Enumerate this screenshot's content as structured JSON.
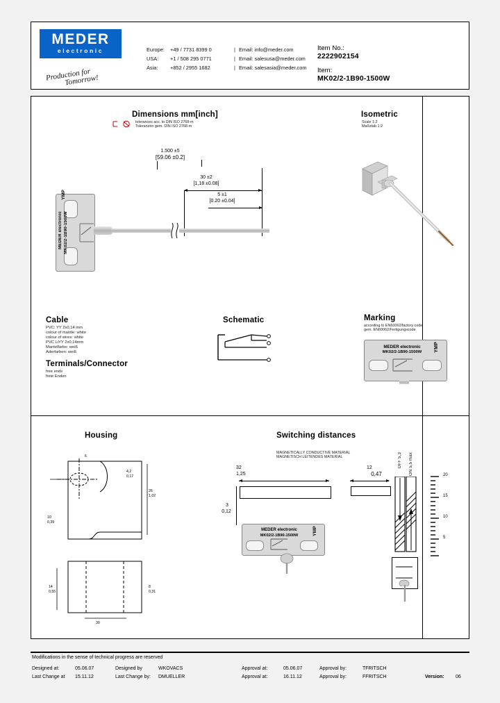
{
  "header": {
    "logo_main": "MEDER",
    "logo_sub": "electronic",
    "signature_line1": "Production for",
    "signature_line2": "Tomorrow!",
    "contacts": [
      {
        "region": "Europe:",
        "phone": "+49 / 7731 8399 0",
        "sep": "|",
        "email_label": "Email:",
        "email": "info@meder.com"
      },
      {
        "region": "USA:",
        "phone": "+1 / 508 295 0771",
        "sep": "|",
        "email_label": "Email:",
        "email": "salesusa@meder.com"
      },
      {
        "region": "Asia:",
        "phone": "+852 / 2955 1682",
        "sep": "|",
        "email_label": "Email:",
        "email": "salesasia@meder.com"
      }
    ],
    "item_no_label": "Item No.:",
    "item_no_value": "2222902154",
    "item_label": "Item:",
    "item_value": "MK02/2-1B90-1500W"
  },
  "sections": {
    "dimensions": {
      "title": "Dimensions mm[inch]",
      "tolerance_line1": "tolerances acc. to DIN  ISO 2768-m",
      "tolerance_line2": "Toleranzen gem. DIN ISO 2768-m"
    },
    "isometric": {
      "title": "Isometric",
      "scale_en": "Scale 1:2",
      "scale_de": "Maßstab 1:2"
    },
    "cable": {
      "title": "Cable",
      "lines": [
        "PVC:  YY 2x0,14  mm",
        "colour of mantle: white",
        "colour of wires: white",
        "PVC LiYY 2x0,14mm",
        "Mantelfarbe: weiß",
        "Aderfarben: weiß"
      ]
    },
    "terminals": {
      "title": "Terminals/Connector",
      "lines": [
        "free ends",
        "freie Enden"
      ]
    },
    "schematic": {
      "title": "Schematic"
    },
    "marking": {
      "title": "Marking",
      "line1": "according to EN60062/factory code",
      "line2": "gem. EN60062/Fertigungscode",
      "label_line1": "MEDER electronic",
      "label_line2": "MK02/2-1B90-1500W",
      "label_side": "YMP"
    },
    "housing": {
      "title": "Housing"
    },
    "switching": {
      "title": "Switching distances",
      "material_en": "MAGNETICALLY CONDUCTIVE MATERIAL",
      "material_de": "MAGNETISCH LEITENDES MATERIAL",
      "dim_left_mm": "32",
      "dim_left_inch": "1,25",
      "dim_left_h_mm": "3",
      "dim_left_h_inch": "0,12",
      "dim_right_mm": "12",
      "dim_right_inch": "0,47",
      "label_off": "OFF 5,3",
      "label_on": "ON 5,5 max",
      "scale_ticks": [
        "20",
        "15",
        "10",
        "5"
      ]
    }
  },
  "drawing": {
    "sensor_label_brand": "MEDER electronic",
    "sensor_label_part": "MK02/2-1B90-1500W",
    "sensor_label_side": "YMP",
    "length_mm": "1.500 ±5",
    "length_inch": "[59.06 ±0.2]",
    "dim30_mm": "30 ±2",
    "dim30_inch": "[1,18 ±0.08]",
    "dim5_mm": "5 ±1",
    "dim5_inch": "[0.20 ±0.04]"
  },
  "footer": {
    "note": "Modifications in the sense of technical progress are reserved",
    "row1": {
      "designed_at_label": "Designed at:",
      "designed_at_value": "05.06.07",
      "designed_by_label": "Designed by",
      "designed_by_value": "WKOVACS",
      "approval_at_label": "Approval at:",
      "approval_at_value": "05.06.07",
      "approval_by_label": "Approval by:",
      "approval_by_value": "TFRITSCH"
    },
    "row2": {
      "last_change_at_label": "Last Change at",
      "last_change_at_value": "15.11.12",
      "last_change_by_label": "Last Change by:",
      "last_change_by_value": "DMUELLER",
      "approval_at_label": "Approval at:",
      "approval_at_value": "16.11.12",
      "approval_by_label": "Approval by:",
      "approval_by_value": "FFRITSCH",
      "version_label": "Version:",
      "version_value": "06"
    }
  }
}
